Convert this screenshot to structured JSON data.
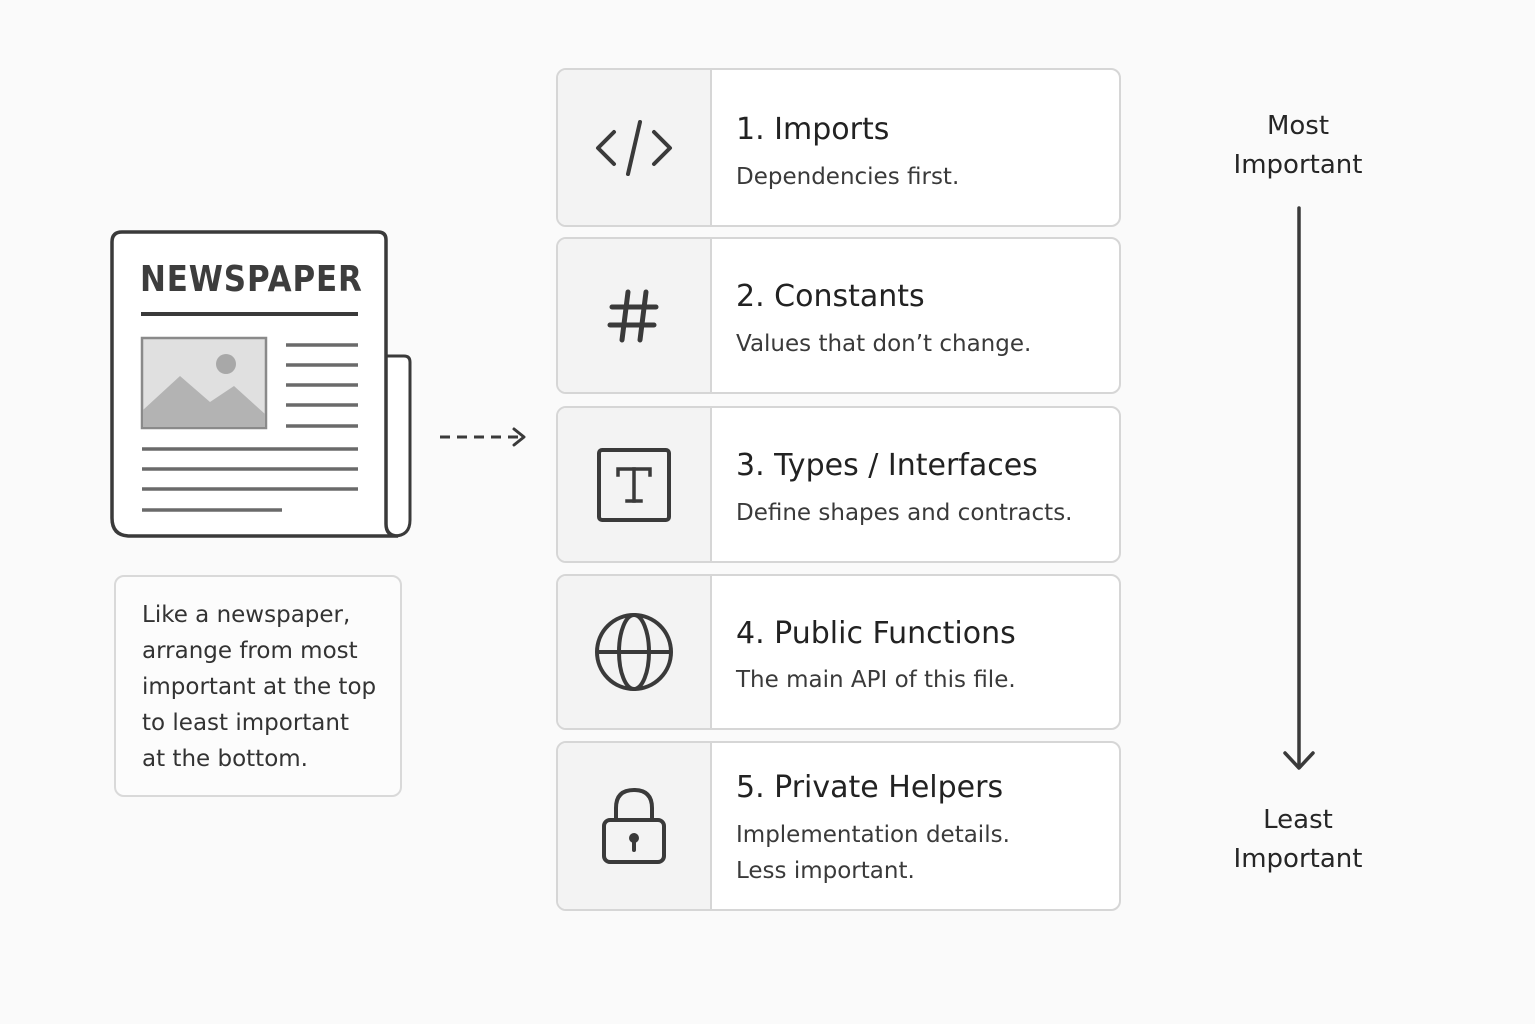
{
  "newspaper": {
    "title": "NEWSPAPER",
    "caption_lines": [
      "Like a newspaper,",
      "arrange from most",
      "important at the top",
      "to least important",
      "at the bottom."
    ]
  },
  "sections": [
    {
      "title": "1. Imports",
      "description": [
        "Dependencies first."
      ],
      "icon": "code-icon"
    },
    {
      "title": "2. Constants",
      "description": [
        "Values that don’t change."
      ],
      "icon": "hash-icon"
    },
    {
      "title": "3. Types / Interfaces",
      "description": [
        "Define shapes and contracts."
      ],
      "icon": "type-icon"
    },
    {
      "title": "4. Public Functions",
      "description": [
        "The main API of this file."
      ],
      "icon": "globe-icon"
    },
    {
      "title": "5. Private Helpers",
      "description": [
        "Implementation details.",
        "Less important."
      ],
      "icon": "lock-icon"
    }
  ],
  "scale": {
    "top_lines": [
      "Most",
      "Important"
    ],
    "bottom_lines": [
      "Least",
      "Important"
    ]
  },
  "colors": {
    "stroke": "#3a3a3a",
    "border": "#d6d6d6",
    "icon_cell_bg": "#f3f3f3",
    "image_fill": "#bdbdbd"
  }
}
